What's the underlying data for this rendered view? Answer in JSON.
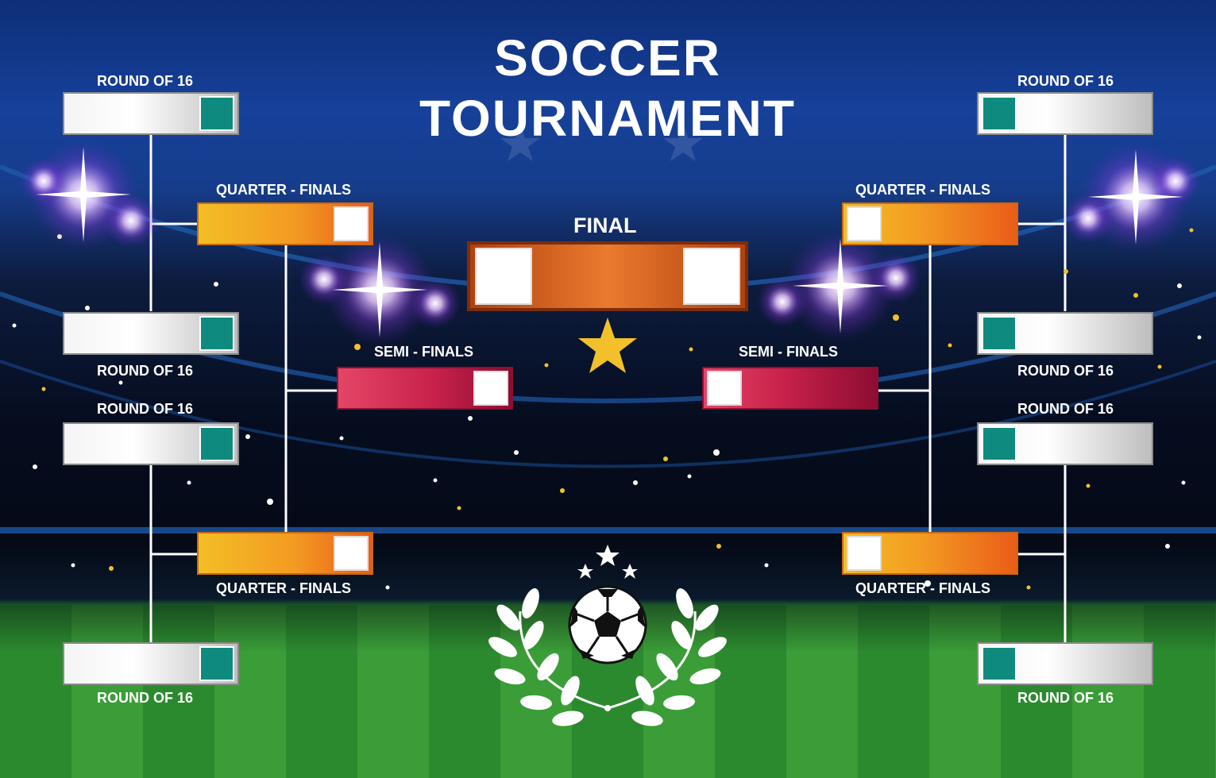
{
  "title": {
    "line1": "SOCCER",
    "line2": "TOURNAMENT"
  },
  "labels": {
    "round_of_16": "ROUND OF 16",
    "quarter_finals": "QUARTER - FINALS",
    "semi_finals": "SEMI - FINALS",
    "final": "FINAL"
  },
  "colors": {
    "sky_top": "#0e2f78",
    "night": "#050c1e",
    "grass": "#2f8f34",
    "team_slot": "#0f8a7e",
    "quarter_final_box": "#f39b22",
    "semi_final_box": "#c8224b",
    "final_box": "#ea7a2e",
    "star": "#f2c02b"
  },
  "icons": {
    "center": "star-icon",
    "emblem": "soccer-ball-icon",
    "wreath": "laurel-wreath-icon",
    "lights": "stadium-light-icon"
  }
}
